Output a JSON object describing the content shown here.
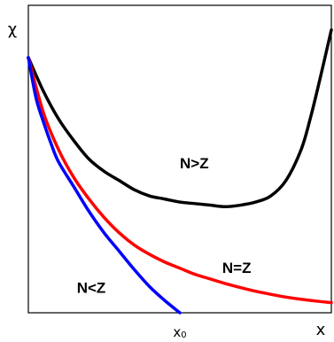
{
  "chart_data": {
    "type": "line",
    "xlabel": "x",
    "ylabel": "χ",
    "xlim": [
      0,
      1
    ],
    "ylim": [
      0,
      1
    ],
    "grid": false,
    "ticks": [
      {
        "x": 0.5,
        "label": "x",
        "sub": "0"
      }
    ],
    "series": [
      {
        "name": "N>Z",
        "color": "#000000",
        "label_at": [
          0.5,
          0.47
        ],
        "x": [
          0.0,
          0.05,
          0.1,
          0.15,
          0.2,
          0.25,
          0.3,
          0.35,
          0.4,
          0.45,
          0.5,
          0.55,
          0.6,
          0.65,
          0.7,
          0.75,
          0.8,
          0.85,
          0.9,
          0.93,
          0.96,
          1.0
        ],
        "y": [
          0.83,
          0.72,
          0.63,
          0.56,
          0.5,
          0.46,
          0.43,
          0.4,
          0.38,
          0.37,
          0.36,
          0.355,
          0.35,
          0.345,
          0.35,
          0.36,
          0.38,
          0.43,
          0.53,
          0.63,
          0.75,
          0.92
        ]
      },
      {
        "name": "N=Z",
        "color": "#ff0000",
        "label_at": [
          0.64,
          0.13
        ],
        "x": [
          0.0,
          0.05,
          0.1,
          0.15,
          0.2,
          0.25,
          0.3,
          0.35,
          0.4,
          0.45,
          0.5,
          0.55,
          0.6,
          0.65,
          0.7,
          0.75,
          0.8,
          0.85,
          0.9,
          0.95,
          1.0
        ],
        "y": [
          0.83,
          0.65,
          0.53,
          0.44,
          0.37,
          0.31,
          0.26,
          0.22,
          0.19,
          0.165,
          0.145,
          0.125,
          0.11,
          0.095,
          0.082,
          0.07,
          0.06,
          0.051,
          0.044,
          0.038,
          0.033
        ]
      },
      {
        "name": "N<Z",
        "color": "#0000ff",
        "label_at": [
          0.16,
          0.065
        ],
        "x": [
          0.0,
          0.025,
          0.05,
          0.075,
          0.1,
          0.15,
          0.2,
          0.25,
          0.3,
          0.35,
          0.4,
          0.45,
          0.5
        ],
        "y": [
          0.83,
          0.7,
          0.62,
          0.55,
          0.49,
          0.41,
          0.33,
          0.26,
          0.2,
          0.14,
          0.085,
          0.04,
          0.0
        ]
      }
    ]
  }
}
